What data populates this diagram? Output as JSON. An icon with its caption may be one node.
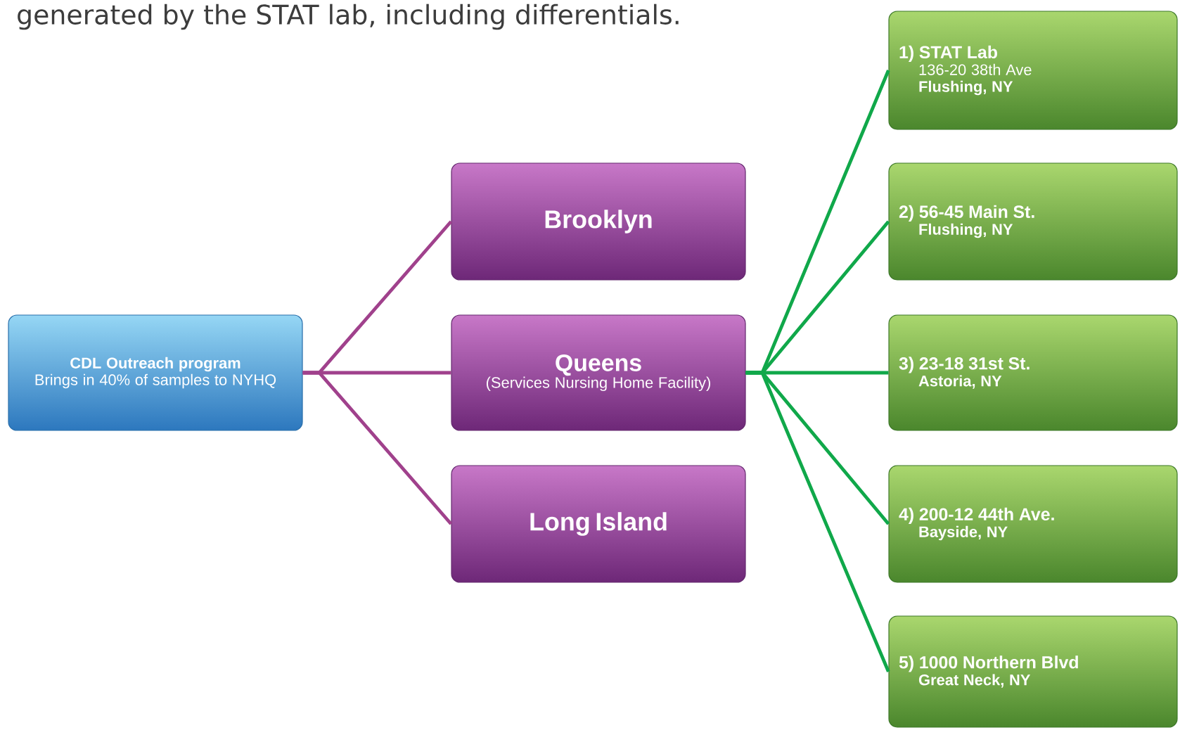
{
  "diagram": {
    "nodes": [
      {
        "text": [
          "CDL Outreach program",
          "Brings in 40% of samples to NYHQ"
        ]
      },
      {
        "text": [
          "Brooklyn"
        ]
      },
      {
        "text": [
          "Queens",
          "(Services Nursing Home Facility)"
        ]
      },
      {
        "text": [
          "Long Island"
        ]
      },
      {
        "text": [
          "1) STAT Lab",
          "136-20 38th Ave",
          "Flushing, NY"
        ]
      },
      {
        "text": [
          "2) 56-45 Main St.",
          "Flushing, NY"
        ]
      },
      {
        "text": [
          "3) 23-18 31st St.",
          "Astoria, NY"
        ]
      },
      {
        "text": [
          "4) 200-12 44th Ave.",
          "Bayside, NY"
        ]
      },
      {
        "text": [
          "5) 1000 Northern Blvd",
          "Great Neck, NY"
        ]
      }
    ],
    "edges": [
      {
        "from": 0,
        "to": 1,
        "arrow": "none",
        "color": "#a0418c"
      },
      {
        "from": 0,
        "to": 2,
        "arrow": "none",
        "color": "#a0418c"
      },
      {
        "from": 0,
        "to": 3,
        "arrow": "none",
        "color": "#a0418c"
      },
      {
        "from": 2,
        "to": 4,
        "arrow": "none"
      },
      {
        "from": 2,
        "to": 5,
        "arrow": "none"
      },
      {
        "from": 2,
        "to": 6,
        "arrow": "none"
      },
      {
        "from": 2,
        "to": 7,
        "arrow": "none"
      },
      {
        "from": 2,
        "to": 8,
        "arrow": "none"
      }
    ],
    "labels": [
      "generated by the STAT lab, including differentials."
    ]
  }
}
